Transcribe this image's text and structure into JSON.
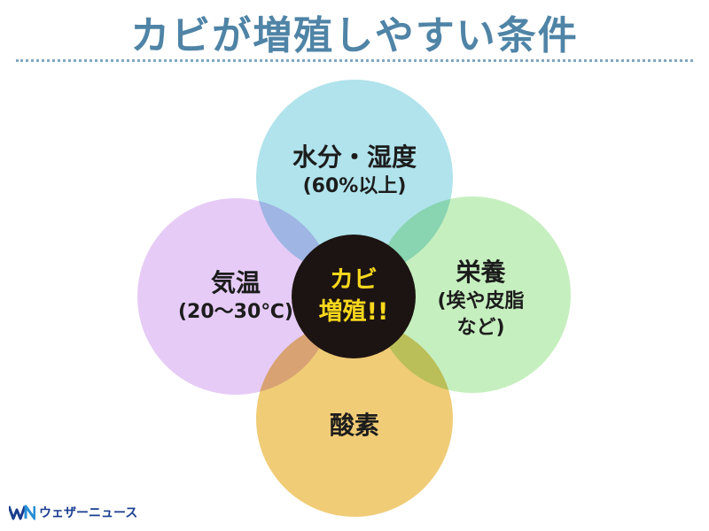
{
  "title": "カビが増殖しやすい条件",
  "center": {
    "line1": "カビ",
    "line2": "増殖!!"
  },
  "conditions": {
    "top": {
      "main": "水分・湿度",
      "sub": "(60%以上)"
    },
    "left": {
      "main": "気温",
      "sub": "(20〜30℃)"
    },
    "right": {
      "main": "栄養",
      "sub1": "(埃や皮脂",
      "sub2": "など)"
    },
    "bottom": {
      "main": "酸素"
    }
  },
  "logo": {
    "mark": "WN",
    "text": "ウェザーニュース"
  },
  "colors": {
    "title": "#4f84a6",
    "top": "#b0e3ec",
    "left": "#e6cbf6",
    "right": "#c6efbf",
    "bottom": "#f0cc77",
    "center_bg": "#1c1412",
    "center_text": "#f7d71d"
  }
}
